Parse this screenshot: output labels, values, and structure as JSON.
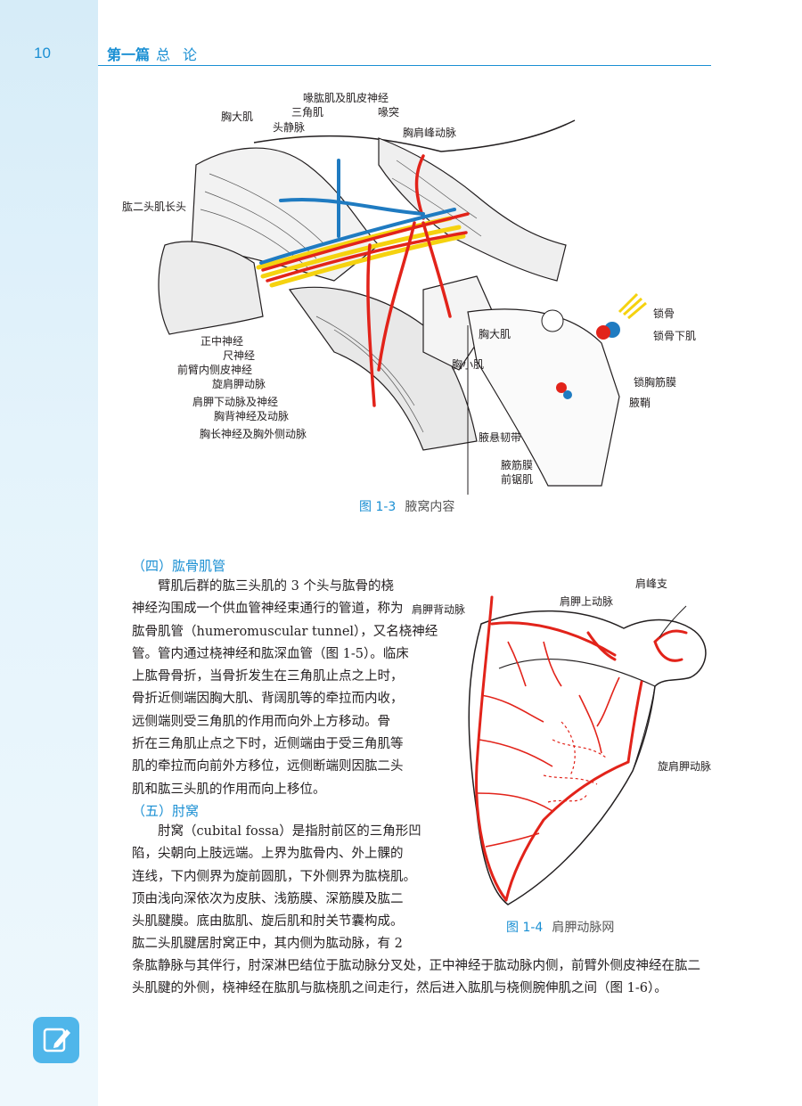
{
  "header": {
    "page_number": "10",
    "part": "第一篇",
    "title": "总论"
  },
  "figure1": {
    "caption_num": "图 1-3",
    "caption_title": "腋窝内容",
    "labels": {
      "l1": "喙肱肌及肌皮神经",
      "l2": "三角肌",
      "l3": "喙突",
      "l4": "胸大肌",
      "l5": "头静脉",
      "l6": "胸肩峰动脉",
      "l7": "肱二头肌长头",
      "l8": "正中神经",
      "l9": "尺神经",
      "l10": "前臂内侧皮神经",
      "l11": "旋肩胛动脉",
      "l12": "肩胛下动脉及神经",
      "l13": "胸背神经及动脉",
      "l14": "胸长神经及胸外侧动脉",
      "l15": "锁骨",
      "l16": "锁骨下肌",
      "l17": "胸大肌",
      "l18": "胸小肌",
      "l19": "锁胸筋膜",
      "l20": "腋鞘",
      "l21": "腋悬韧带",
      "l22": "腋筋膜",
      "l23": "前锯肌"
    }
  },
  "figure2": {
    "caption_num": "图 1-4",
    "caption_title": "肩胛动脉网",
    "labels": {
      "l1": "肩峰支",
      "l2": "肩胛上动脉",
      "l3": "肩胛背动脉",
      "l4": "旋肩胛动脉"
    }
  },
  "section4": {
    "heading": "（四）肱骨肌管",
    "lines": [
      "臂肌后群的肱三头肌的 3 个头与肱骨的桡",
      "神经沟围成一个供血管神经束通行的管道，称为",
      "肱骨肌管（humeromuscular tunnel），又名桡神经",
      "管。管内通过桡神经和肱深血管（图 1-5）。临床",
      "上肱骨骨折，当骨折发生在三角肌止点之上时，",
      "骨折近侧端因胸大肌、背阔肌等的牵拉而内收，",
      "远侧端则受三角肌的作用而向外上方移动。骨",
      "折在三角肌止点之下时，近侧端由于受三角肌等",
      "肌的牵拉而向前外方移位，远侧断端则因肱二头",
      "肌和肱三头肌的作用而向上移位。"
    ]
  },
  "section5": {
    "heading": "（五）肘窝",
    "lines": [
      "肘窝（cubital fossa）是指肘前区的三角形凹",
      "陷，尖朝向上肢远端。上界为肱骨内、外上髁的",
      "连线，下内侧界为旋前圆肌，下外侧界为肱桡肌。",
      "顶由浅向深依次为皮肤、浅筋膜、深筋膜及肱二",
      "头肌腱膜。底由肱肌、旋后肌和肘关节囊构成。",
      "肱二头肌腱居肘窝正中，其内侧为肱动脉，有 2"
    ],
    "full_lines": [
      "条肱静脉与其伴行，肘深淋巴结位于肱动脉分叉处，正中神经于肱动脉内侧，前臂外侧皮神经在肱二",
      "头肌腱的外侧，桡神经在肱肌与肱桡肌之间走行，然后进入肱肌与桡侧腕伸肌之间（图 1-6）。"
    ]
  },
  "colors": {
    "accent": "#1a8fd3",
    "artery": "#e2231a",
    "vein": "#1f7bc1",
    "nerve": "#f5d20f"
  }
}
